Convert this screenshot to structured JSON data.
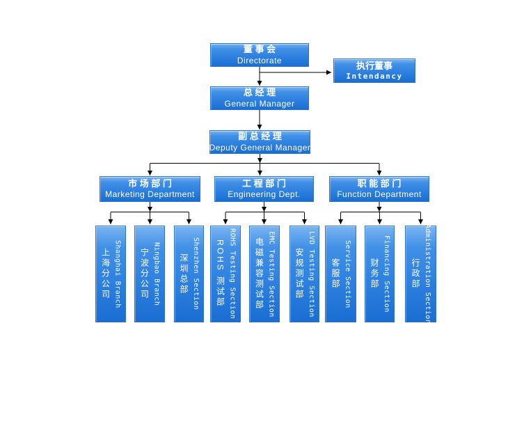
{
  "colors": {
    "background": "#ffffff",
    "box_border": "#2e74c9",
    "box_top": "#7ab3f1",
    "box_mid": "#2f82e0",
    "box_bottom": "#1a6ed2",
    "text": "#ffffff",
    "connector": "#000000"
  },
  "org": {
    "nodes": {
      "directorate": {
        "zh": "董 事 会",
        "en": "Directorate"
      },
      "intendancy": {
        "zh": "执行董事",
        "en": "Intendancy"
      },
      "general_manager": {
        "zh": "总 经 理",
        "en": "General Manager"
      },
      "deputy_general_manager": {
        "zh": "副 总 经 理",
        "en": "Deputy General Manager"
      },
      "marketing": {
        "zh": "市 场 部 门",
        "en": "Marketing Department"
      },
      "engineering": {
        "zh": "工 程 部 门",
        "en": "Engineering Dept."
      },
      "function": {
        "zh": "职 能 部 门",
        "en": "Function Department"
      },
      "shanghai": {
        "zh": "上海分公司",
        "en": "Shanghai Branch"
      },
      "ningbao": {
        "zh": "宁波分公司",
        "en": "Ningbao Branch"
      },
      "shenzhen": {
        "zh": "深圳总部",
        "en": "Shenzhen Section"
      },
      "rohs": {
        "zh": "ROHS 测试部",
        "en": "ROHS Testing Section"
      },
      "emc": {
        "zh": "电磁兼容测试部",
        "en": "EMC Testing Section"
      },
      "lvd": {
        "zh": "安规测试部",
        "en": "LVD Testing Section"
      },
      "service": {
        "zh": "客服部",
        "en": "Service Section"
      },
      "financing": {
        "zh": "财务部",
        "en": "Financing Section"
      },
      "administration": {
        "zh": "行政部",
        "en": "Administration Section"
      }
    },
    "hierarchy": {
      "directorate": [
        "intendancy",
        "general_manager"
      ],
      "general_manager": [
        "deputy_general_manager"
      ],
      "deputy_general_manager": [
        "marketing",
        "engineering",
        "function"
      ],
      "marketing": [
        "shanghai",
        "ningbao",
        "shenzhen"
      ],
      "engineering": [
        "rohs",
        "emc",
        "lvd"
      ],
      "function": [
        "service",
        "financing",
        "administration"
      ]
    }
  }
}
